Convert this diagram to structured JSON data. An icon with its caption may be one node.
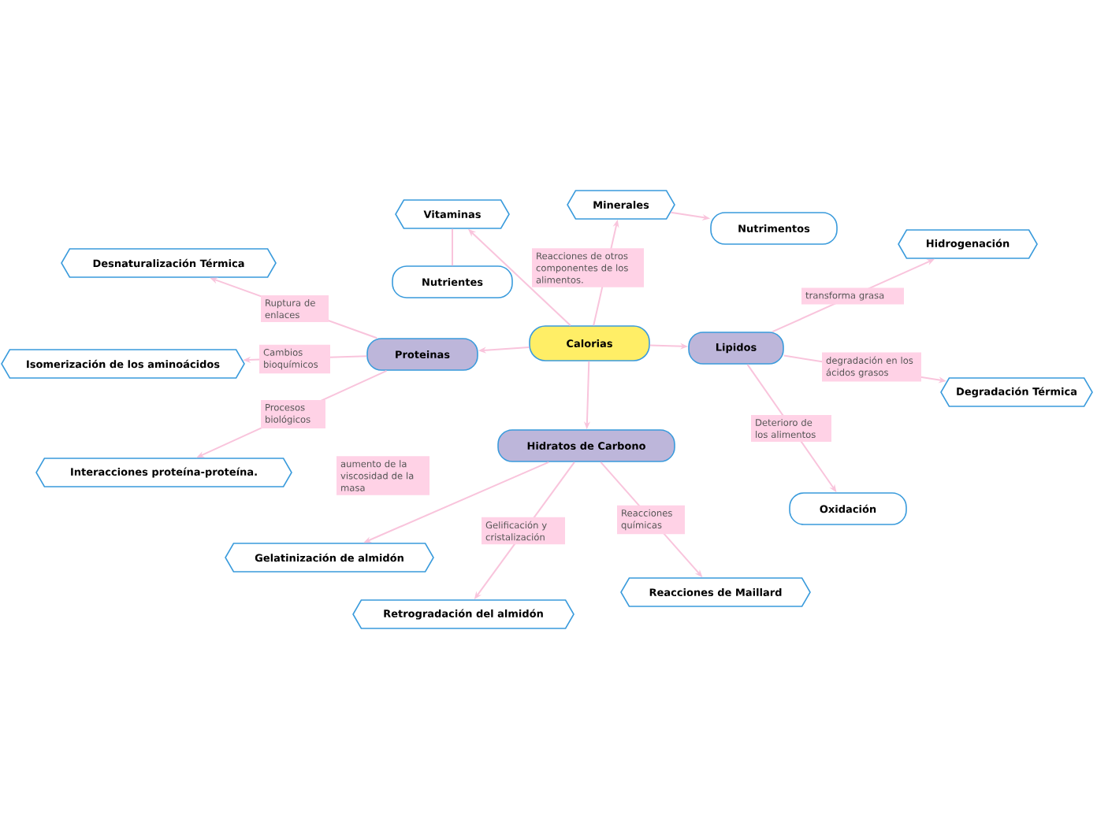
{
  "diagram": {
    "nodes": [
      {
        "text": [
          "Calorias"
        ]
      },
      {
        "text": [
          "Vitaminas"
        ]
      },
      {
        "text": [
          "Nutrientes"
        ]
      },
      {
        "text": [
          "Minerales"
        ]
      },
      {
        "text": [
          "Nutrimentos"
        ]
      },
      {
        "text": [
          "Proteinas"
        ]
      },
      {
        "text": [
          "Desnaturalización Térmica"
        ]
      },
      {
        "text": [
          "Isomerización de los aminoácidos"
        ]
      },
      {
        "text": [
          "Interacciones proteína-proteína."
        ]
      },
      {
        "text": [
          "Lipidos"
        ]
      },
      {
        "text": [
          "Hidrogenación"
        ]
      },
      {
        "text": [
          "Degradación Térmica"
        ]
      },
      {
        "text": [
          "Oxidación"
        ]
      },
      {
        "text": [
          "Hidratos de Carbono"
        ]
      },
      {
        "text": [
          "Gelatinización de almidón"
        ]
      },
      {
        "text": [
          "Retrogradación del almidón"
        ]
      },
      {
        "text": [
          "Reacciones de Maillard"
        ]
      }
    ],
    "edges": [
      {
        "from": 0,
        "to": 1,
        "arrow": "to"
      },
      {
        "from": 0,
        "to": 3,
        "arrow": "to",
        "label": "Reacciones de otros componentes de los alimentos."
      },
      {
        "from": 1,
        "to": 2,
        "arrow": "none"
      },
      {
        "from": 3,
        "to": 4,
        "arrow": "to"
      },
      {
        "from": 0,
        "to": 5,
        "arrow": "to"
      },
      {
        "from": 0,
        "to": 9,
        "arrow": "to"
      },
      {
        "from": 0,
        "to": 13,
        "arrow": "to"
      },
      {
        "from": 5,
        "to": 6,
        "arrow": "to",
        "label": "Ruptura de enlaces"
      },
      {
        "from": 5,
        "to": 7,
        "arrow": "to",
        "label": "Cambios bioquímicos"
      },
      {
        "from": 5,
        "to": 8,
        "arrow": "to",
        "label": "Procesos biológicos"
      },
      {
        "from": 9,
        "to": 10,
        "arrow": "to",
        "label": "transforma grasa"
      },
      {
        "from": 9,
        "to": 11,
        "arrow": "to",
        "label": "degradación en los ácidos grasos"
      },
      {
        "from": 9,
        "to": 12,
        "arrow": "to",
        "label": "Deterioro de los alimentos"
      },
      {
        "from": 13,
        "to": 14,
        "arrow": "to",
        "label": "aumento de la viscosidad de la masa"
      },
      {
        "from": 13,
        "to": 15,
        "arrow": "to",
        "label": "Gelificación y cristalización"
      },
      {
        "from": 13,
        "to": 16,
        "arrow": "to",
        "label": "Reacciones químicas"
      }
    ]
  }
}
